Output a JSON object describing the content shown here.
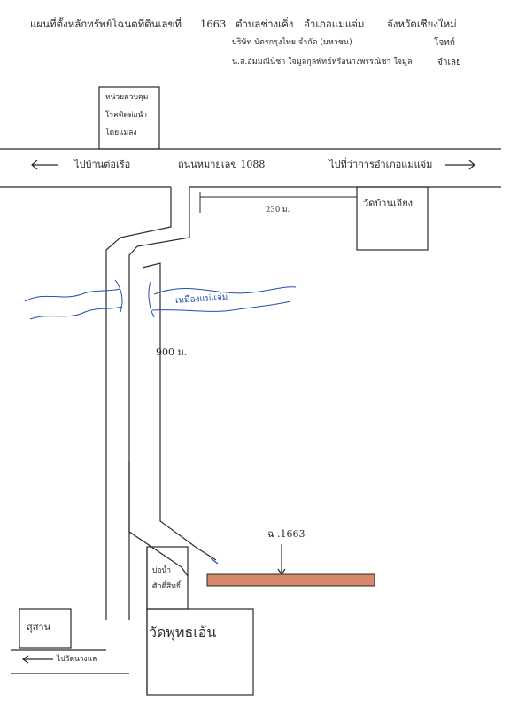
{
  "header": {
    "title": "แผนที่ตั้งหลักทรัพย์โฉนดที่ดินเลขที่",
    "deed_no": "1663",
    "subdistrict": "ตำบลช่างเคิ่ง",
    "district": "อำเภอแม่แจ่ม",
    "province": "จังหวัดเชียงใหม่",
    "plaintiff_company": "บริษัท บัตรกรุงไทย จำกัด (มหาชน)",
    "plaintiff_label": "โจทก์",
    "defendant_names": "น.ส.อัมมณีนิชา ใจมูลกุลพัทธ์หรือนางพรรณิชา ใจมูล",
    "defendant_label": "จำเลย"
  },
  "map": {
    "disease_office": [
      "หน่วยควบคุม",
      "โรคติดต่อนำ",
      "โดยแมลง"
    ],
    "left_direction": "ไปบ้านต่อเรือ",
    "road_name": "ถนนหมายเลข 1088",
    "right_direction": "ไปที่ว่าการอำเภอแม่แจ่ม",
    "distance_top": "230 ม.",
    "temple_top": "วัดบ้านเจียง",
    "stream_label": "เหมืองแม่แจ่ม",
    "distance_side": "900 ม.",
    "plot_label": "ฉ .1663",
    "well_shrine": [
      "บ่อน้ำ",
      "ศักดิ์สิทธิ์"
    ],
    "cemetery": "สุสาน",
    "temple_main": "วัดพุทธเอ้น",
    "bottom_direction": "ไปวัดนางแล"
  },
  "colors": {
    "plot": "#d4896a",
    "stream_ink": "#1f4fb0",
    "ink": "#2a2a2a"
  }
}
